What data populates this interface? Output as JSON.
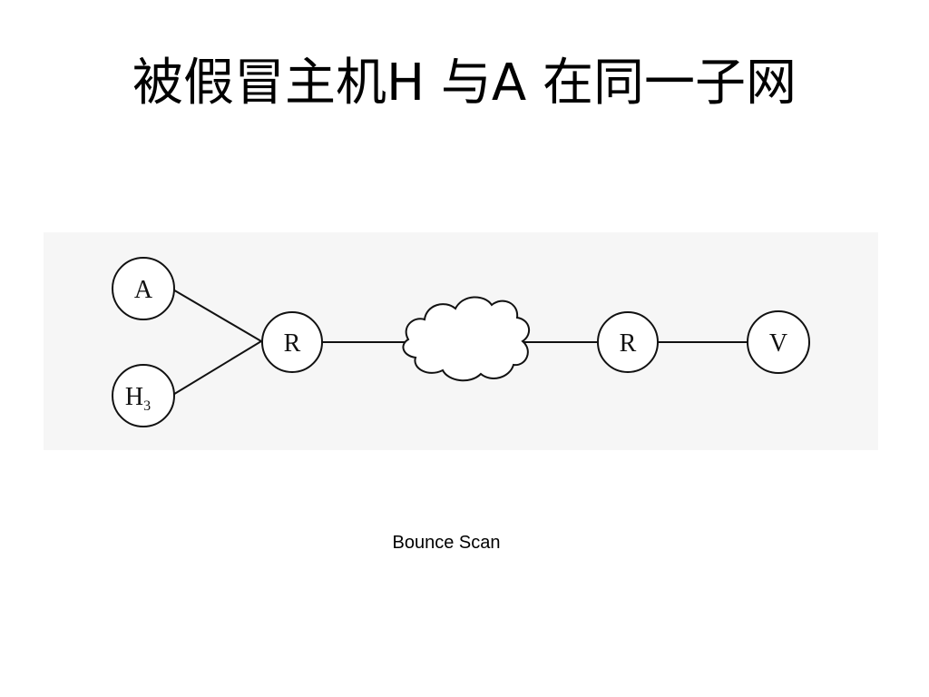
{
  "slide": {
    "title": "被假冒主机H 与A 在同一子网",
    "caption": "Bounce Scan"
  },
  "diagram": {
    "nodes": {
      "a": {
        "label": "A",
        "sub": ""
      },
      "h3": {
        "label": "H",
        "sub": "3"
      },
      "r1": {
        "label": "R",
        "sub": ""
      },
      "r2": {
        "label": "R",
        "sub": ""
      },
      "v": {
        "label": "V",
        "sub": ""
      }
    },
    "edges": [
      [
        "a",
        "r1"
      ],
      [
        "h3",
        "r1"
      ],
      [
        "r1",
        "cloud"
      ],
      [
        "cloud",
        "r2"
      ],
      [
        "r2",
        "v"
      ]
    ]
  },
  "colors": {
    "stroke": "#111111",
    "node_fill": "#ffffff",
    "figure_background": "#f6f6f6"
  }
}
